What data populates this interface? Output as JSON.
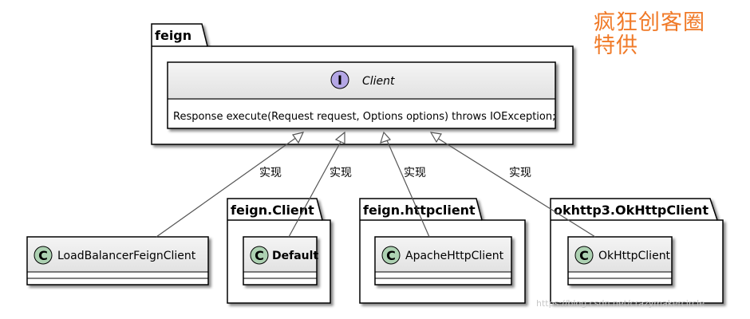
{
  "packages": {
    "feign": "feign",
    "feign_client": "feign.Client",
    "feign_httpclient": "feign.httpclient",
    "okhttp3": "okhttp3.OkHttpClient"
  },
  "interface": {
    "stereotype": "I",
    "name": "Client",
    "method": "Response execute(Request request, Options options) throws IOException;"
  },
  "classes": {
    "stereotype": "C",
    "load_balancer": "LoadBalancerFeignClient",
    "default": "Default",
    "apache": "ApacheHttpClient",
    "okhttp": "OkHttpClient"
  },
  "edge_label": "实现",
  "watermark": {
    "line1": "疯狂创客圈",
    "line2": "特供"
  },
  "url": "https://blog.csdn.net/crazymakercircle",
  "colors": {
    "interface_circle": "#b4a7e5",
    "class_circle": "#add1b2",
    "watermark": "#f07a28"
  }
}
